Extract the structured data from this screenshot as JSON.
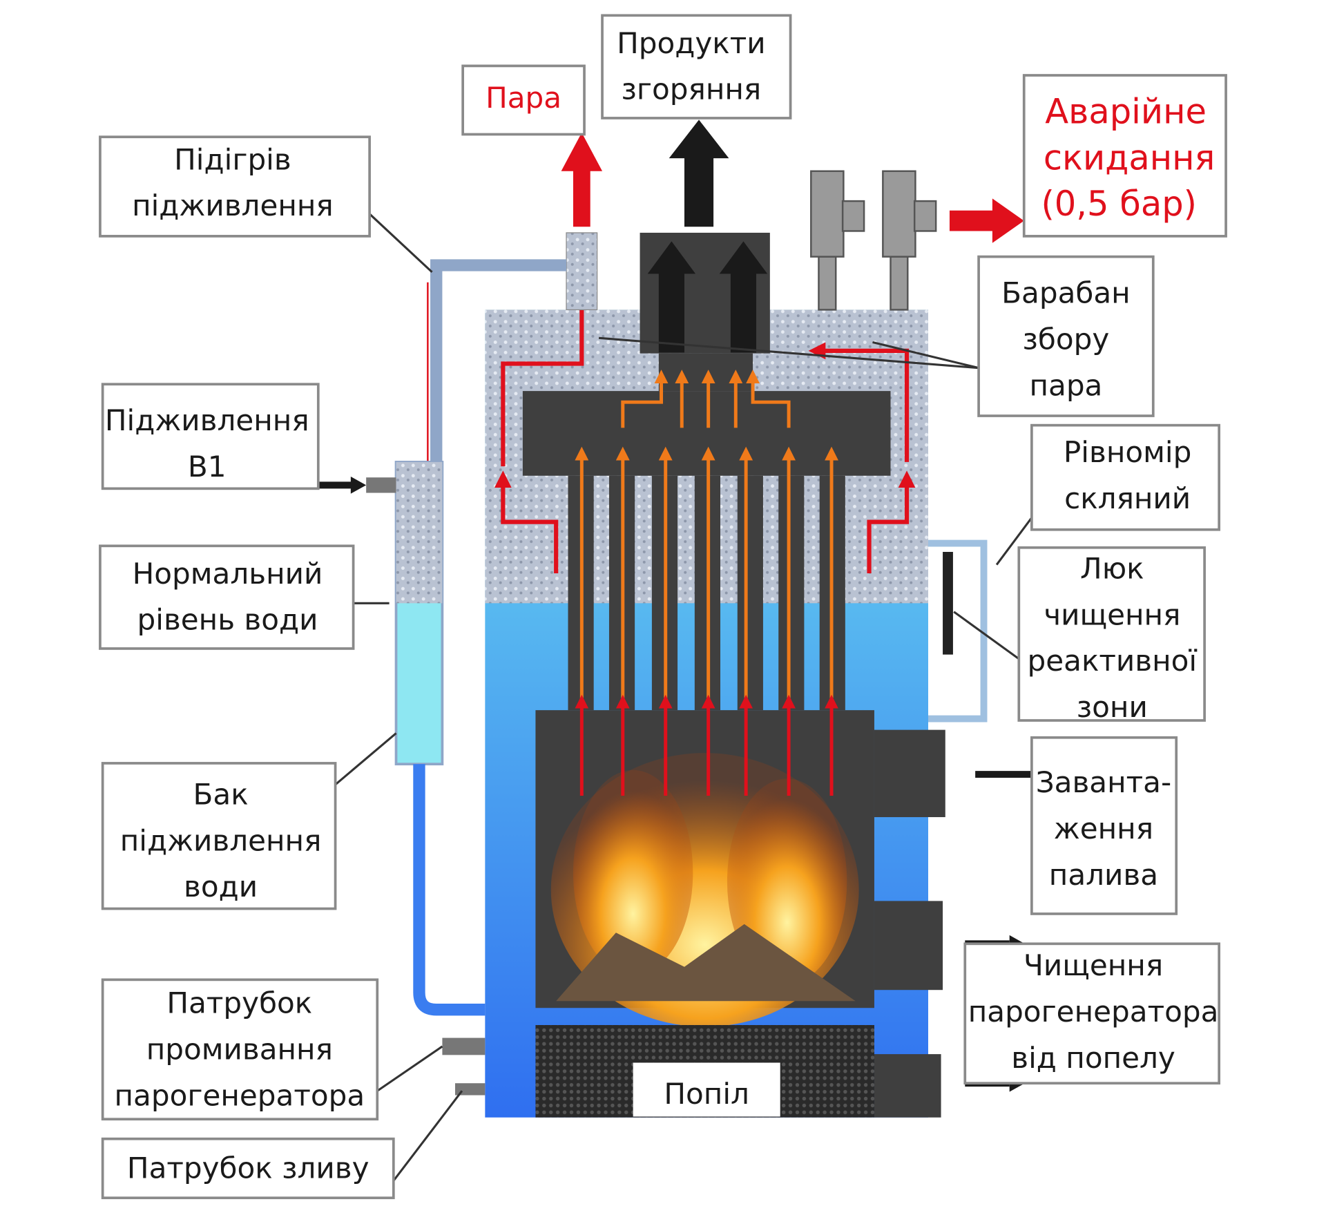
{
  "colors": {
    "steam_arrow": "#e0101c",
    "flue_arrow": "#1a1a1a",
    "hot_gas": "#f07a1a",
    "water": "#7fe3f0",
    "deep_water": "#3a7df0",
    "steel": "#3f3f3f"
  },
  "labels": {
    "steam": [
      "Пара"
    ],
    "combustion_products": [
      "Продукти",
      "згоряння"
    ],
    "emergency_relief": [
      "Аварійне",
      "скидання",
      "(0,5 бар)"
    ],
    "feed_preheat": [
      "Підігрів",
      "підживлення"
    ],
    "steam_drum": [
      "Барабан",
      "збору",
      "пара"
    ],
    "feed_b1": [
      "Підживлення",
      "В1"
    ],
    "gauge_glass": [
      "Рівномір",
      "скляний"
    ],
    "normal_water_level": [
      "Нормальний",
      "рівень води"
    ],
    "reactive_zone_hatch": [
      "Люк",
      "чищення",
      "реактивної",
      "зони"
    ],
    "feed_water_tank": [
      "Бак",
      "підживлення",
      "води"
    ],
    "fuel_loading": [
      "Заванта-",
      "ження",
      "палива"
    ],
    "ash_cleaning": [
      "Чищення",
      "парогенератора",
      "від попелу"
    ],
    "flush_nozzle": [
      "Патрубок",
      "промивання",
      "парогенератора"
    ],
    "drain_nozzle": [
      "Патрубок зливу"
    ],
    "ash": [
      "Попіл"
    ]
  }
}
